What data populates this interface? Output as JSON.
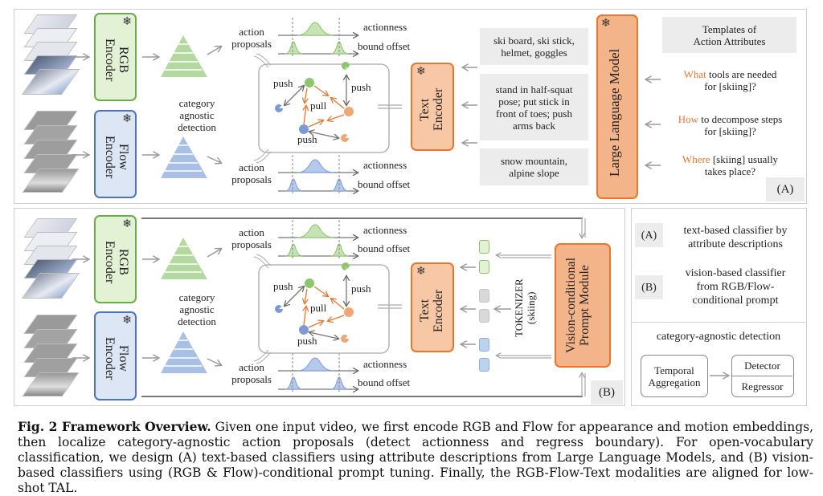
{
  "panelA": {
    "rgb_encoder": "RGB Encoder",
    "flow_encoder": "Flow Encoder",
    "detection_label": [
      "category",
      "agnostic",
      "detection"
    ],
    "action_proposals": "action proposals",
    "actionness": "actionness",
    "bound_offset": "bound offset",
    "push": "push",
    "pull": "pull",
    "text_encoder": [
      "Text",
      "Encoder"
    ],
    "llm": "Large Language Model",
    "templates_title": [
      "Templates of",
      "Action Attributes"
    ],
    "questions": [
      {
        "keyword": "What",
        "rest1": " tools are needed",
        "line2": "for [skiing]?"
      },
      {
        "keyword": "How",
        "rest1": " to decompose steps",
        "line2": "for [skiing]?"
      },
      {
        "keyword": "Where",
        "rest1": " [skiing] usually",
        "line2": "takes place?"
      }
    ],
    "attributes": [
      [
        "ski board, ski stick,",
        "helmet, goggles"
      ],
      [
        "stand in half-squat",
        "pose; put stick in",
        "front of toes; push",
        "arms back"
      ],
      [
        "snow mountain,",
        "alpine slope"
      ]
    ],
    "tag": "(A)"
  },
  "panelB": {
    "rgb_encoder": "RGB Encoder",
    "flow_encoder": "Flow Encoder",
    "detection_label": [
      "category",
      "agnostic",
      "detection"
    ],
    "action_proposals": "action proposals",
    "actionness": "actionness",
    "bound_offset": "bound offset",
    "push": "push",
    "pull": "pull",
    "text_encoder": [
      "Text",
      "Encoder"
    ],
    "tokenizer": [
      "TOKENIZER",
      "(skiing)"
    ],
    "prompt_module": [
      "Vision-conditional",
      "Prompt Module"
    ],
    "tag": "(B)"
  },
  "legend": {
    "a_tag": "(A)",
    "a_text": [
      "text-based classifier by",
      "attribute descriptions"
    ],
    "b_tag": "(B)",
    "b_text": [
      "vision-based classifier",
      "from RGB/Flow-",
      "conditional prompt"
    ],
    "detection_title": "category-agnostic detection",
    "temporal": [
      "Temporal",
      "Aggregation"
    ],
    "detector": "Detector",
    "regressor": "Regressor"
  },
  "caption": {
    "label": "Fig. 2  Framework Overview.",
    "text": " Given one input video, we first encode RGB and Flow for appearance and motion embeddings, then localize category-agnostic action proposals (detect actionness and regress boundary). For open-vocabulary classification, we design (A) text-based classifiers using attribute descriptions from Large Language Models, and (B) vision-based classifiers using (RGB & Flow)-conditional prompt tuning. Finally, the RGB-Flow-Text modalities are aligned for low-shot TAL."
  },
  "colors": {
    "rgb_green": "#6aae47",
    "flow_blue": "#4d74c2",
    "accent_orange": "#e8762c",
    "gray_box": "#ececec"
  }
}
